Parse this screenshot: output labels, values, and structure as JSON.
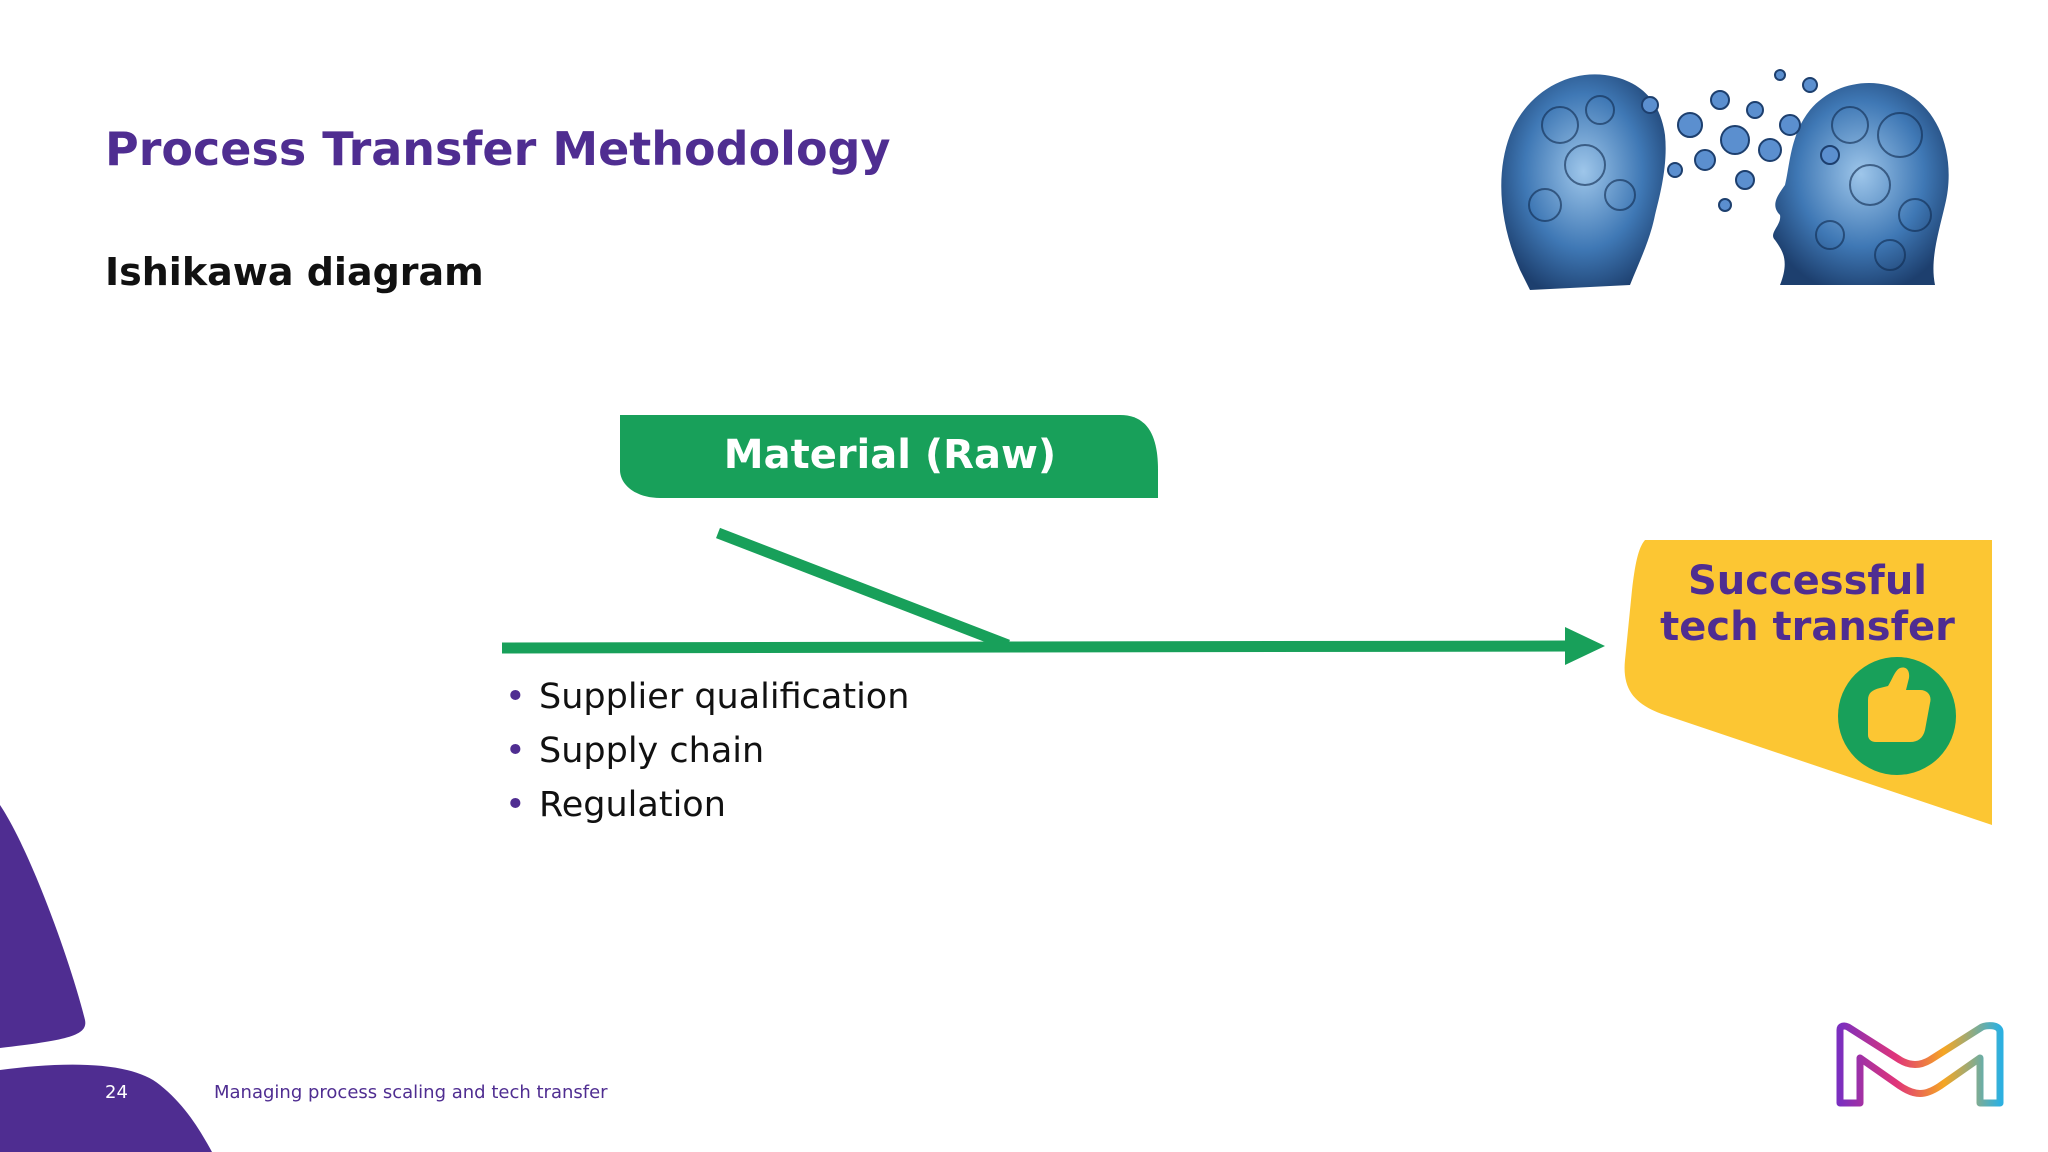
{
  "slide": {
    "title": "Process Transfer Methodology",
    "subtitle": "Ishikawa diagram"
  },
  "diagram": {
    "cause_category": "Material (Raw)",
    "causes": [
      "Supplier qualification",
      "Supply chain",
      "Regulation"
    ],
    "effect_line1": "Successful",
    "effect_line2": "tech transfer",
    "effect_icon": "thumbs-up-icon"
  },
  "footer": {
    "page_number": "24",
    "text": "Managing process scaling and tech transfer"
  },
  "colors": {
    "purple": "#4f2d91",
    "green": "#18a05a",
    "yellow": "#fcc633"
  },
  "images": {
    "heads": "gear-heads-illustration",
    "logo": "company-m-logo"
  }
}
